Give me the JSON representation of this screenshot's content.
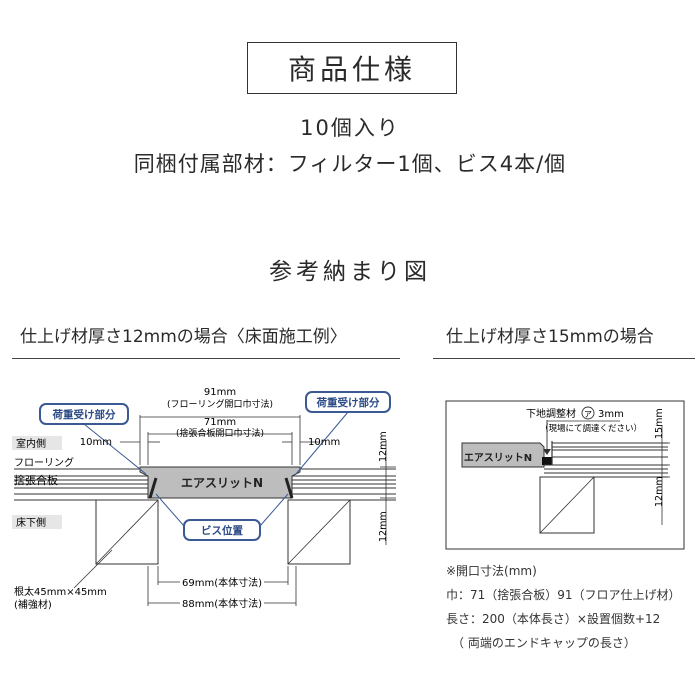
{
  "heading": "商品仕様",
  "contents": "10個入り",
  "accessories": "同梱付属部材：フィルター1個、ビス4本/個",
  "figure_heading": "参考納まり図",
  "left_figure": {
    "caption": "仕上げ材厚さ12mmの場合〈床面施工例〉",
    "callout_load_left": "荷重受け部分",
    "callout_load_right": "荷重受け部分",
    "callout_screw": "ビス位置",
    "dim_91": "91mm",
    "dim_91_note": "(フローリング開口巾寸法)",
    "dim_71": "71mm",
    "dim_71_note": "(捨張合板開口巾寸法)",
    "dim_10_left": "10mm",
    "dim_10_right": "10mm",
    "dim_12_top": "12mm",
    "dim_12_bottom": "12mm",
    "label_indoor": "室内側",
    "label_flooring": "フローリング",
    "label_plywood": "捨張合板",
    "label_underfloor": "床下側",
    "product_name": "エアスリットN",
    "dim_69": "69mm(本体寸法)",
    "dim_88": "88mm(本体寸法)",
    "joist": "根太45mm×45mm",
    "joist_note": "(補強材)"
  },
  "right_figure": {
    "caption": "仕上げ材厚さ15mmの場合",
    "adjuster": "下地調整材",
    "adjuster_mark": "ア",
    "adjuster_size": "3mm",
    "adjuster_note": "（現場にて調達ください）",
    "product_name": "エアスリットN",
    "dim_15": "15mm",
    "dim_12": "12mm"
  },
  "notes": {
    "title": "※開口寸法(mm)",
    "width": "巾：71（捨張合板）91（フロア仕上げ材）",
    "length": "長さ：200（本体長さ）×設置個数+12",
    "length_note": "（ 両端のエンドキャップの長さ）"
  },
  "colors": {
    "callout_border": "#3b5a93",
    "callout_text": "#2b4a86",
    "product_fill": "#bdbdbd",
    "label_fill": "#e6e6e6"
  }
}
